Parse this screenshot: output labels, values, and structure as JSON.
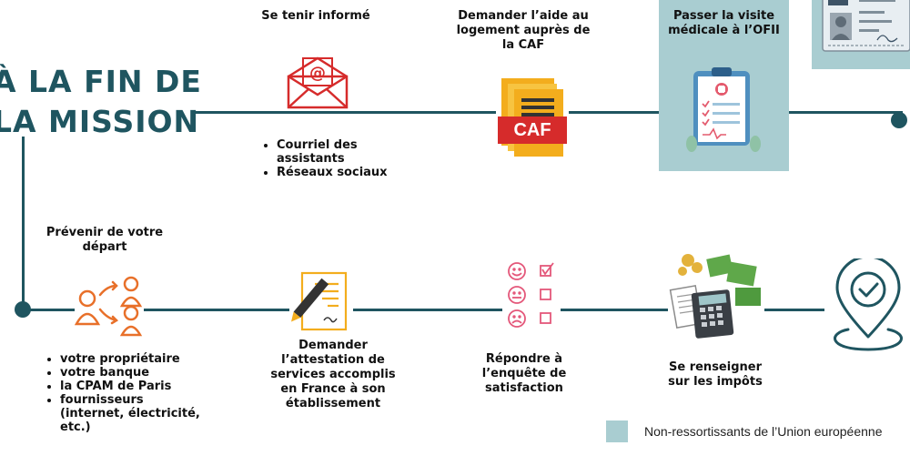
{
  "heading": {
    "line1": "À LA FIN DE",
    "line2": "LA MISSION"
  },
  "steps": {
    "informed": {
      "label": "Se tenir informé",
      "bullets": [
        "Courriel des assistants",
        "Réseaux sociaux"
      ],
      "icon": "email-icon"
    },
    "caf": {
      "label": "Demander l’aide au logement auprès de la CAF",
      "badge": "CAF",
      "icon": "caf-document-icon"
    },
    "ofii": {
      "label": "Passer la visite médicale à l’OFII",
      "icon": "medical-clipboard-icon"
    },
    "visa": {
      "icon": "visa-card-icon"
    },
    "departure": {
      "label": "Prévenir de votre départ",
      "bullets": [
        "votre propriétaire",
        "votre banque",
        "la CPAM de Paris",
        "fournisseurs (internet, électricité, etc.)"
      ],
      "icon": "notify-people-icon"
    },
    "attestation": {
      "label": "Demander l’attestation de services accomplis en France à son établissement",
      "icon": "signed-document-icon"
    },
    "survey": {
      "label": "Répondre à l’enquête de satisfaction",
      "icon": "satisfaction-survey-icon"
    },
    "taxes": {
      "label": "Se renseigner sur les impôts",
      "icon": "taxes-calculator-icon"
    },
    "end": {
      "icon": "location-check-icon"
    }
  },
  "legend": {
    "text": "Non-ressortissants de l’Union européenne",
    "color": "#a9cdd1"
  },
  "colors": {
    "line": "#1f5560",
    "accent_red": "#d62b2b",
    "panel": "#a9cdd1"
  }
}
